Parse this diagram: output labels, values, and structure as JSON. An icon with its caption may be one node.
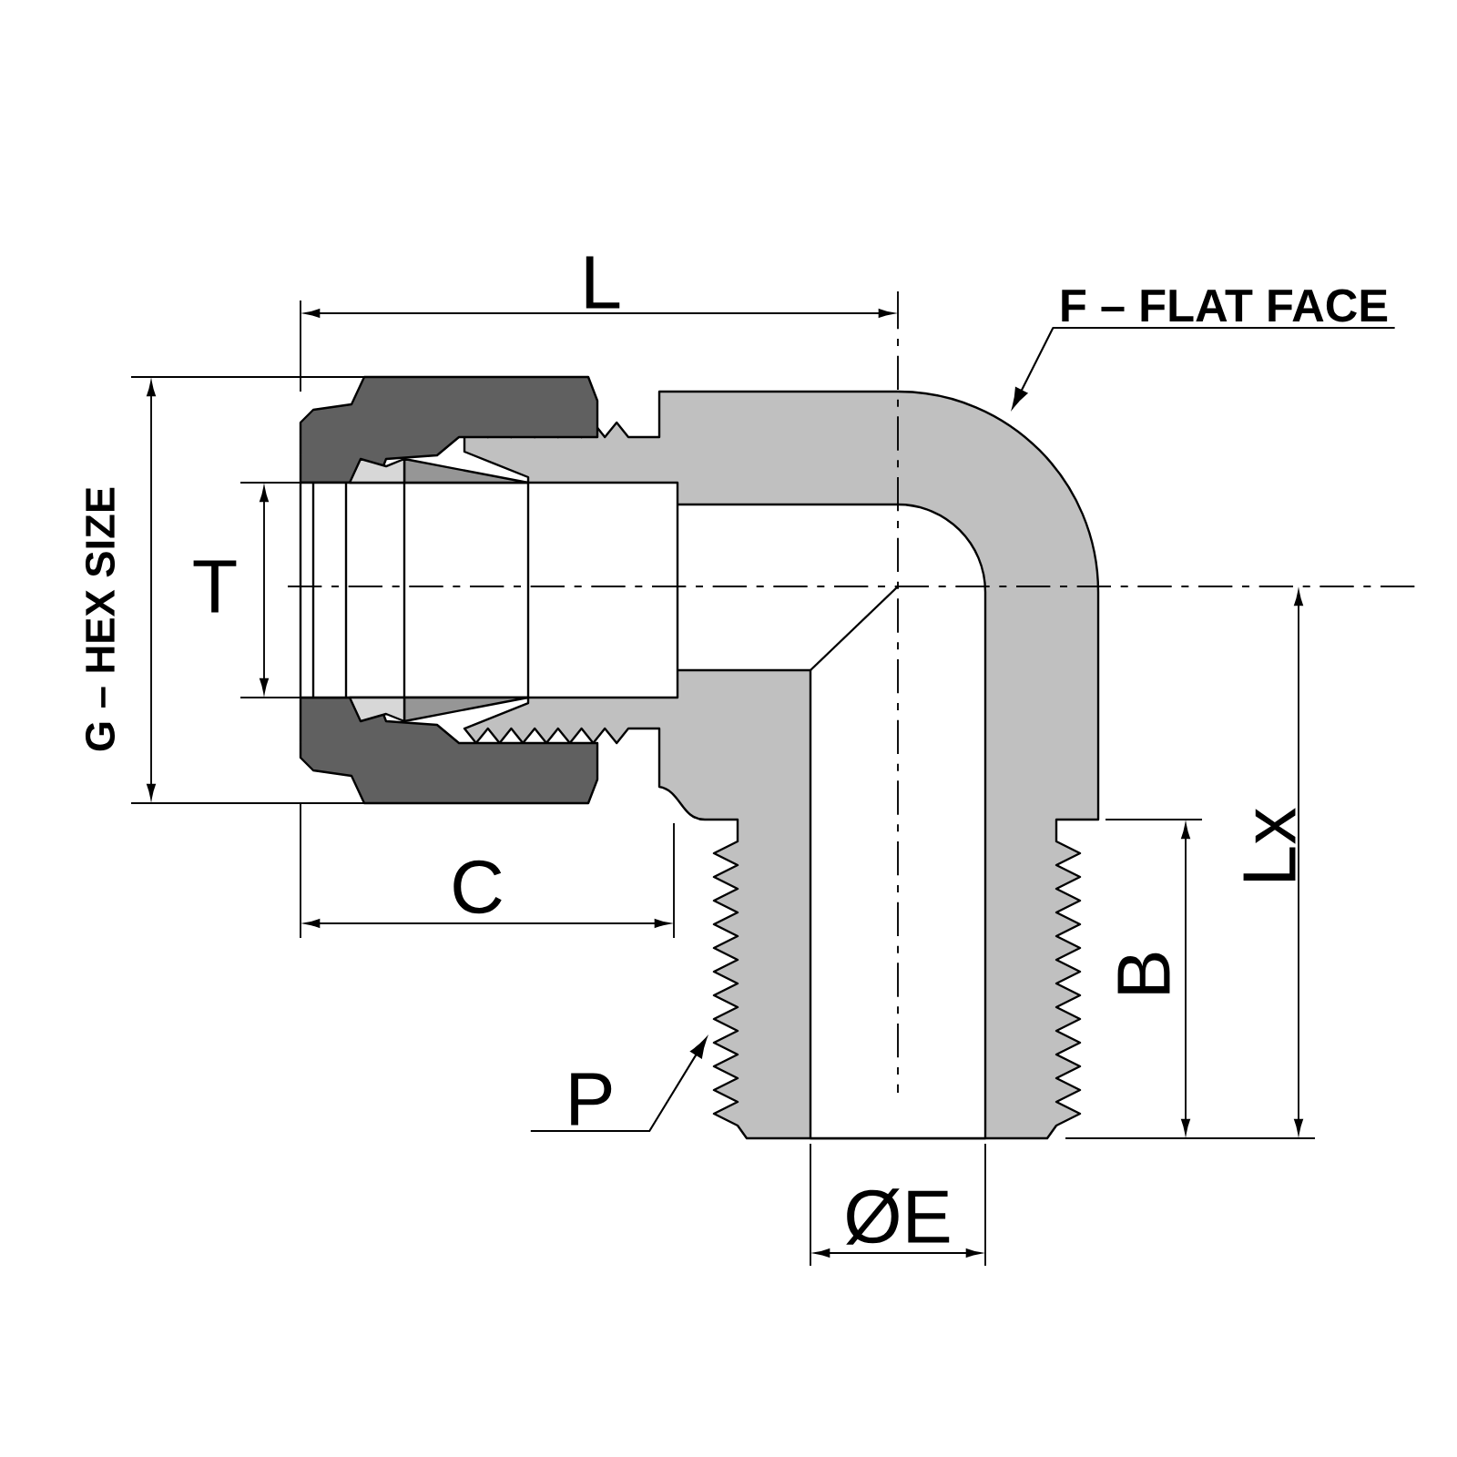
{
  "diagram": {
    "nodes": [
      {
        "text": [
          "F – FLAT FACE"
        ]
      },
      {
        "text": [
          "P"
        ]
      }
    ],
    "edges": [
      {
        "from": 0,
        "to": null,
        "arrow": "to"
      },
      {
        "from": 1,
        "to": null,
        "arrow": "to"
      }
    ],
    "labels": [
      "L",
      "G – HEX SIZE",
      "T",
      "C",
      "Lx",
      "B",
      "ØE"
    ]
  }
}
